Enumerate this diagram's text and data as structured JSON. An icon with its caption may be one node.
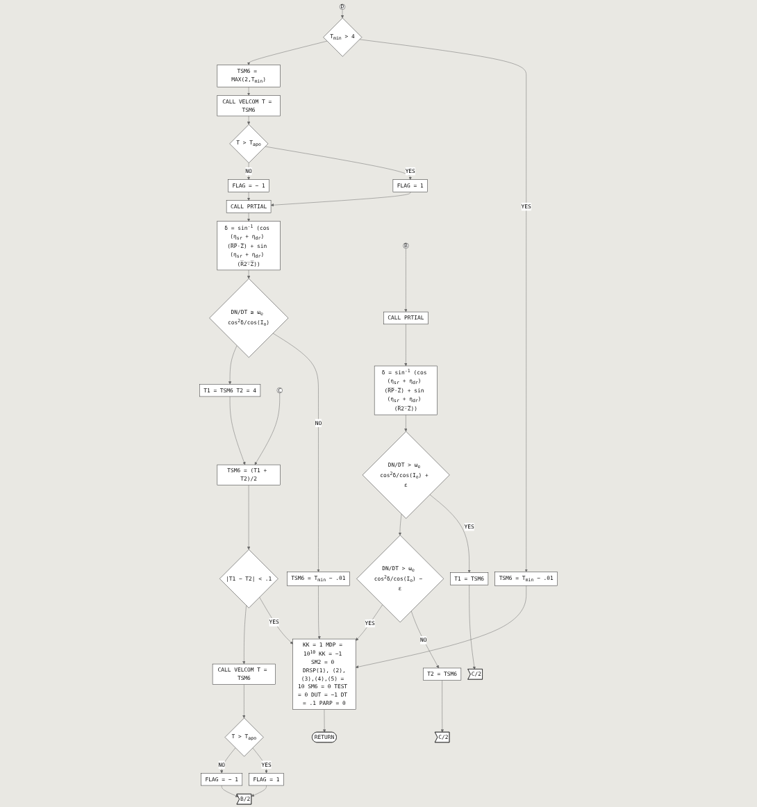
{
  "diagram": {
    "nodes": [
      {
        "text": [
          "D"
        ]
      },
      {
        "text": [
          "T$_{min}$ > 4"
        ]
      },
      {
        "text": [
          "TSM6 = T$_{min}$ − .01"
        ]
      },
      {
        "text": [
          "TSM6 = MAX(2,T$_{min}$)"
        ]
      },
      {
        "text": [
          "CALL VELCOM T = TSM6"
        ]
      },
      {
        "text": [
          "T > T$_{apo}$"
        ]
      },
      {
        "text": [
          "FLAG = 1"
        ]
      },
      {
        "text": [
          "FLAG = − 1"
        ]
      },
      {
        "text": [
          "CALL PRTIAL"
        ]
      },
      {
        "text": [
          "δ = sin$^{-1}$ (cos (η$_{sr}$ + η$_{dr}$) (R̅P̅·Z̅) + sin (η$_{sr}$ + η$_{dr}$) (R̅2̅·Z̅))"
        ]
      },
      {
        "text": [
          "DN/DT ≥ ω$_{e}$ cos$^{2}$δ/cos(I$_{o}$)"
        ]
      },
      {
        "text": [
          "TSM6 = T$_{min}$ − .01"
        ]
      },
      {
        "text": [
          "T1 = TSM6 T2 = 4"
        ]
      },
      {
        "text": [
          "TSM6 = (T1 + T2)/2"
        ]
      },
      {
        "text": [
          "C"
        ]
      },
      {
        "text": [
          "|T1 − T2| < .1"
        ]
      },
      {
        "text": [
          "CALL VELCOM T = TSM6"
        ]
      },
      {
        "text": [
          "T > T$_{apo}$"
        ]
      },
      {
        "text": [
          "FLAG = 1"
        ]
      },
      {
        "text": [
          "FLAG = − 1"
        ]
      },
      {
        "text": [
          "B/2"
        ]
      },
      {
        "text": [
          "B"
        ]
      },
      {
        "text": [
          "CALL PRTIAL"
        ]
      },
      {
        "text": [
          "δ = sin$^{-1}$ (cos (η$_{sr}$ + η$_{dr}$) (R̅P̅·Z̅) + sin (η$_{sr}$ + η$_{dr}$) (R̅2̅·Z̅))"
        ]
      },
      {
        "text": [
          "DN/DT > ω$_{e}$ cos$^{2}$δ/cos(I$_{o}$) + ε"
        ]
      },
      {
        "text": [
          "T1 = TSM6"
        ]
      },
      {
        "text": [
          "C/2"
        ]
      },
      {
        "text": [
          "DN/DT > ω$_{e}$ cos$^{2}$δ/cos(I$_{o}$) − ε"
        ]
      },
      {
        "text": [
          "T2 = TSM6"
        ]
      },
      {
        "text": [
          "C/2"
        ]
      },
      {
        "text": [
          "KK = 1 MDP = 10$^{10}$ KK = −1 SM2 = 0 DRSP(1), (2),(3),(4),(5) = 10 SM6 = 0 TEST = 0 DUT = −1 DT = .1 PARP = 0"
        ]
      },
      {
        "text": [
          "RETURN"
        ]
      }
    ],
    "edges": [
      {
        "from": 0,
        "to": 1,
        "arrow": "to"
      },
      {
        "from": 1,
        "to": 2,
        "arrow": "to",
        "label": "YES"
      },
      {
        "from": 1,
        "to": 3,
        "arrow": "to"
      },
      {
        "from": 2,
        "to": 30,
        "arrow": "to"
      },
      {
        "from": 3,
        "to": 4,
        "arrow": "to"
      },
      {
        "from": 4,
        "to": 5,
        "arrow": "to"
      },
      {
        "from": 5,
        "to": 6,
        "arrow": "to",
        "label": "YES"
      },
      {
        "from": 5,
        "to": 7,
        "arrow": "to",
        "label": "NO"
      },
      {
        "from": 6,
        "to": 8,
        "arrow": "to"
      },
      {
        "from": 7,
        "to": 8,
        "arrow": "to"
      },
      {
        "from": 8,
        "to": 9,
        "arrow": "to"
      },
      {
        "from": 9,
        "to": 10,
        "arrow": "to"
      },
      {
        "from": 10,
        "to": 11,
        "arrow": "to",
        "label": "NO"
      },
      {
        "from": 10,
        "to": 12,
        "arrow": "to"
      },
      {
        "from": 11,
        "to": 30,
        "arrow": "to"
      },
      {
        "from": 12,
        "to": 13,
        "arrow": "to"
      },
      {
        "from": 14,
        "to": 13,
        "arrow": "to"
      },
      {
        "from": 13,
        "to": 15,
        "arrow": "to"
      },
      {
        "from": 15,
        "to": 30,
        "arrow": "to",
        "label": "YES"
      },
      {
        "from": 15,
        "to": 16,
        "arrow": "to"
      },
      {
        "from": 16,
        "to": 17,
        "arrow": "to"
      },
      {
        "from": 17,
        "to": 18,
        "arrow": "to",
        "label": "YES"
      },
      {
        "from": 17,
        "to": 19,
        "arrow": "to",
        "label": "NO"
      },
      {
        "from": 18,
        "to": 20,
        "arrow": "to"
      },
      {
        "from": 19,
        "to": 20,
        "arrow": "to"
      },
      {
        "from": 21,
        "to": 22,
        "arrow": "to"
      },
      {
        "from": 22,
        "to": 23,
        "arrow": "to"
      },
      {
        "from": 23,
        "to": 24,
        "arrow": "to"
      },
      {
        "from": 24,
        "to": 25,
        "arrow": "to",
        "label": "YES"
      },
      {
        "from": 25,
        "to": 26,
        "arrow": "to"
      },
      {
        "from": 24,
        "to": 27,
        "arrow": "to"
      },
      {
        "from": 27,
        "to": 28,
        "arrow": "to",
        "label": "NO"
      },
      {
        "from": 28,
        "to": 29,
        "arrow": "to"
      },
      {
        "from": 27,
        "to": 30,
        "arrow": "to",
        "label": "YES"
      },
      {
        "from": 30,
        "to": 31,
        "arrow": "to"
      }
    ]
  }
}
